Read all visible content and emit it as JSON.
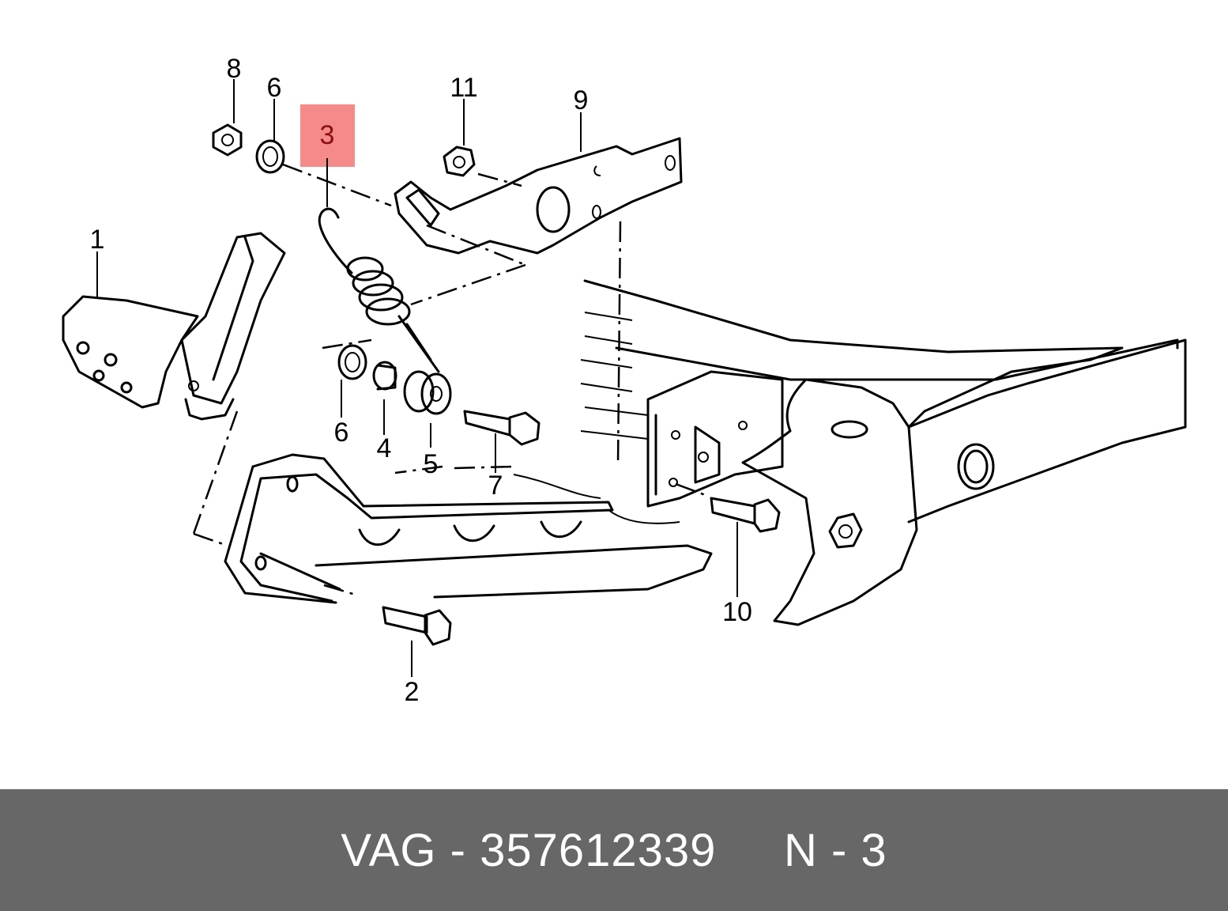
{
  "diagram": {
    "callouts": [
      {
        "id": "1",
        "label": "1"
      },
      {
        "id": "2",
        "label": "2"
      },
      {
        "id": "3",
        "label": "3",
        "highlighted": true
      },
      {
        "id": "4",
        "label": "4"
      },
      {
        "id": "5",
        "label": "5"
      },
      {
        "id": "6a",
        "label": "6"
      },
      {
        "id": "6b",
        "label": "6"
      },
      {
        "id": "7",
        "label": "7"
      },
      {
        "id": "8",
        "label": "8"
      },
      {
        "id": "9",
        "label": "9"
      },
      {
        "id": "10",
        "label": "10"
      },
      {
        "id": "11",
        "label": "11"
      }
    ],
    "highlight_color": "#f47a7a"
  },
  "footer": {
    "text": "VAG - 357612339     N - 3",
    "background": "#676767",
    "text_color": "#ffffff"
  }
}
